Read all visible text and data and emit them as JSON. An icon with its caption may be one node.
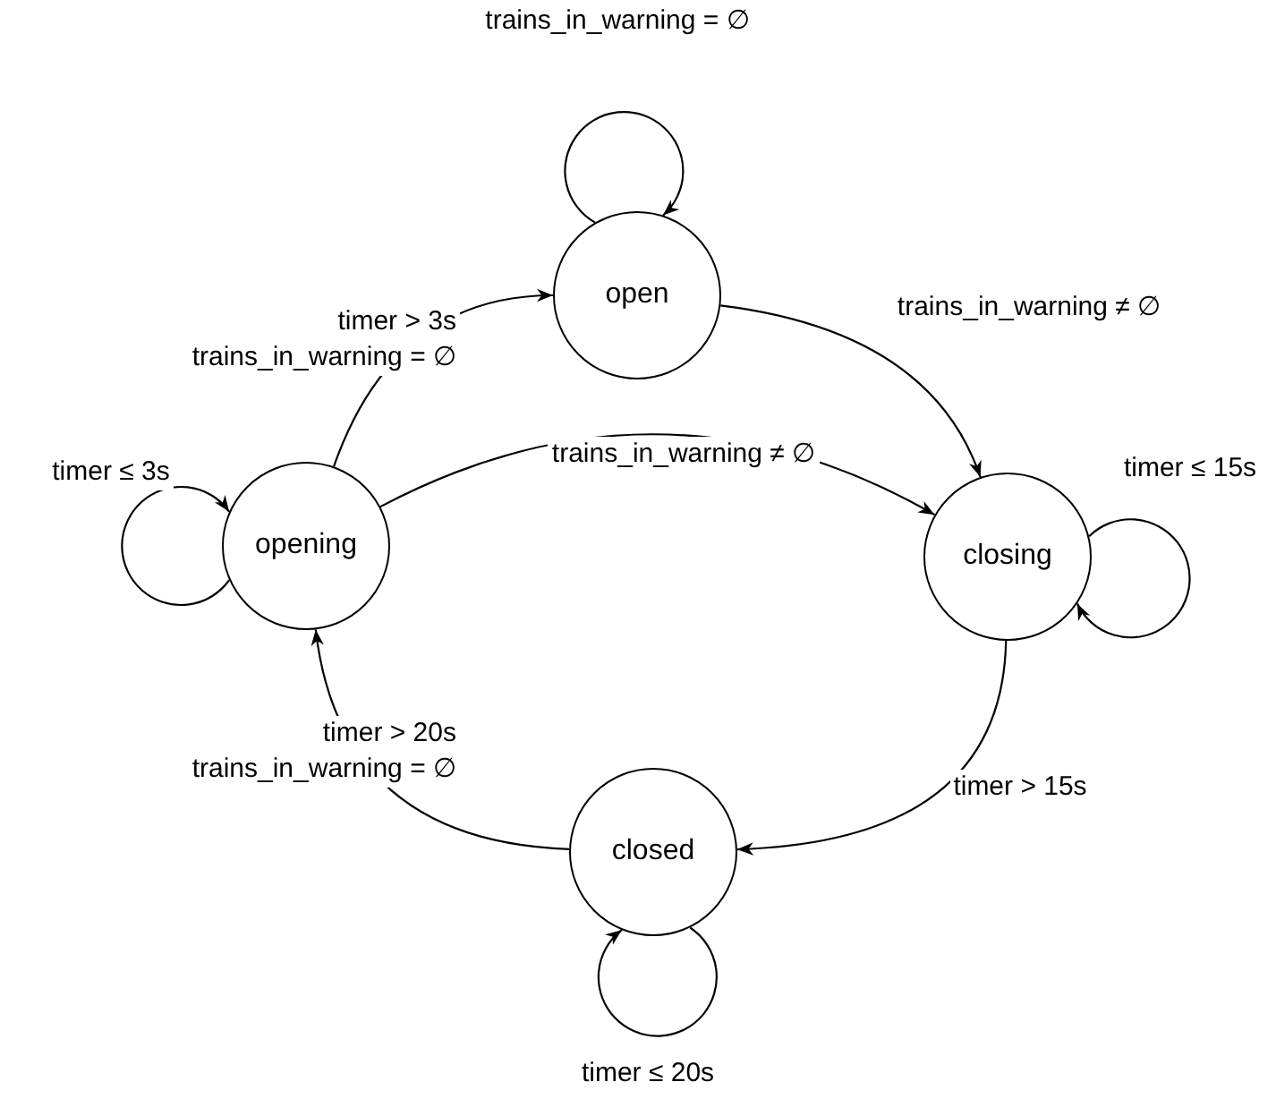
{
  "diagram": {
    "nodes": [
      {
        "text": [
          "open"
        ]
      },
      {
        "text": [
          "opening"
        ]
      },
      {
        "text": [
          "closing"
        ]
      },
      {
        "text": [
          "closed"
        ]
      }
    ],
    "edges": [
      {
        "from": 0,
        "to": 0,
        "arrow": "to",
        "label": "trains_in_warning = ∅"
      },
      {
        "from": 0,
        "to": 2,
        "arrow": "to",
        "label": "trains_in_warning ≠ ∅"
      },
      {
        "from": 1,
        "to": 0,
        "arrow": "to",
        "label": "timer > 3s trains_in_warning = ∅"
      },
      {
        "from": 1,
        "to": 1,
        "arrow": "to",
        "label": "timer ≤ 3s"
      },
      {
        "from": 1,
        "to": 2,
        "arrow": "to",
        "label": "trains_in_warning ≠ ∅"
      },
      {
        "from": 2,
        "to": 2,
        "arrow": "to",
        "label": "timer ≤ 15s"
      },
      {
        "from": 2,
        "to": 3,
        "arrow": "to",
        "label": "timer > 15s"
      },
      {
        "from": 3,
        "to": 1,
        "arrow": "to",
        "label": "timer > 20s trains_in_warning = ∅"
      },
      {
        "from": 3,
        "to": 3,
        "arrow": "to",
        "label": "timer ≤ 20s"
      }
    ]
  }
}
